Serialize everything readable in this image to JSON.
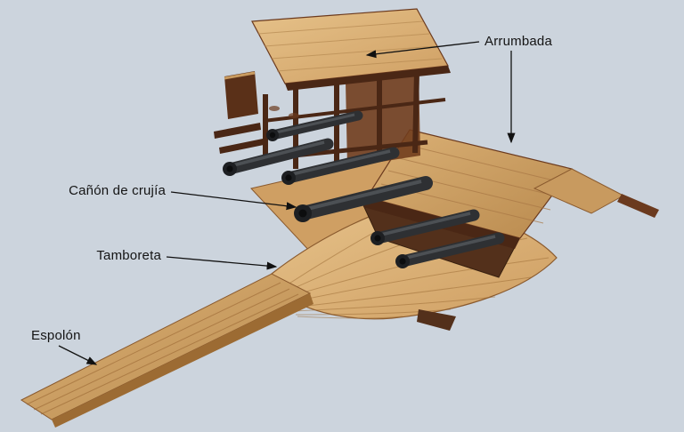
{
  "labels": {
    "arrumbada": "Arrumbada",
    "canon_de_crujia": "Cañón de crujía",
    "tamboreta": "Tamboreta",
    "espolon": "Espolón"
  },
  "colors": {
    "background": "#ccd4dd",
    "wood_light": "#e2bd85",
    "wood_mid": "#c89a5f",
    "frame_brown": "#4a2715",
    "hull_brown": "#53301b",
    "cannon_gray": "#2e3033",
    "leader_line": "#111111"
  }
}
